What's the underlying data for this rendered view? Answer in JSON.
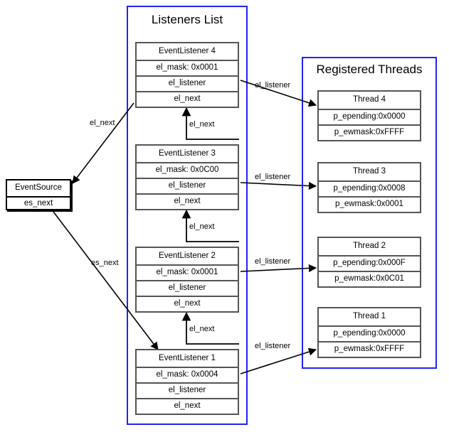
{
  "diagram": {
    "type": "linked-list-structure-diagram",
    "background": "#ffffff",
    "panel_border_color": "#2323f5",
    "node_border_color": "#555555",
    "edge_color": "#000000"
  },
  "panels": [
    {
      "id": "listeners",
      "title": "Listeners List"
    },
    {
      "id": "threads",
      "title": "Registered Threads"
    }
  ],
  "event_source": {
    "title": "EventSource",
    "rows": [
      "es_next"
    ]
  },
  "listeners": [
    {
      "title": "EventListener 4",
      "mask": "el_mask: 0x0001",
      "listener": "el_listener",
      "next": "el_next"
    },
    {
      "title": "EventListener 3",
      "mask": "el_mask: 0x0C00",
      "listener": "el_listener",
      "next": "el_next"
    },
    {
      "title": "EventListener 2",
      "mask": "el_mask: 0x0001",
      "listener": "el_listener",
      "next": "el_next"
    },
    {
      "title": "EventListener 1",
      "mask": "el_mask: 0x0004",
      "listener": "el_listener",
      "next": "el_next"
    }
  ],
  "threads": [
    {
      "title": "Thread 4",
      "epending": "p_epending:0x0000",
      "ewmask": "p_ewmask:0xFFFF"
    },
    {
      "title": "Thread 3",
      "epending": "p_epending:0x0008",
      "ewmask": "p_ewmask:0x0001"
    },
    {
      "title": "Thread 2",
      "epending": "p_epending:0x000F",
      "ewmask": "p_ewmask:0x0C01"
    },
    {
      "title": "Thread 1",
      "epending": "p_epending:0x0000",
      "ewmask": "p_ewmask:0xFFFF"
    }
  ],
  "edge_labels": {
    "el_next_diagonal": "el_next",
    "es_next_diagonal": "es_next",
    "el_next_4_3": "el_next",
    "el_next_3_2": "el_next",
    "el_next_2_1": "el_next",
    "el_listener_4": "el_listener",
    "el_listener_3": "el_listener",
    "el_listener_2": "el_listener",
    "el_listener_1": "el_listener"
  }
}
